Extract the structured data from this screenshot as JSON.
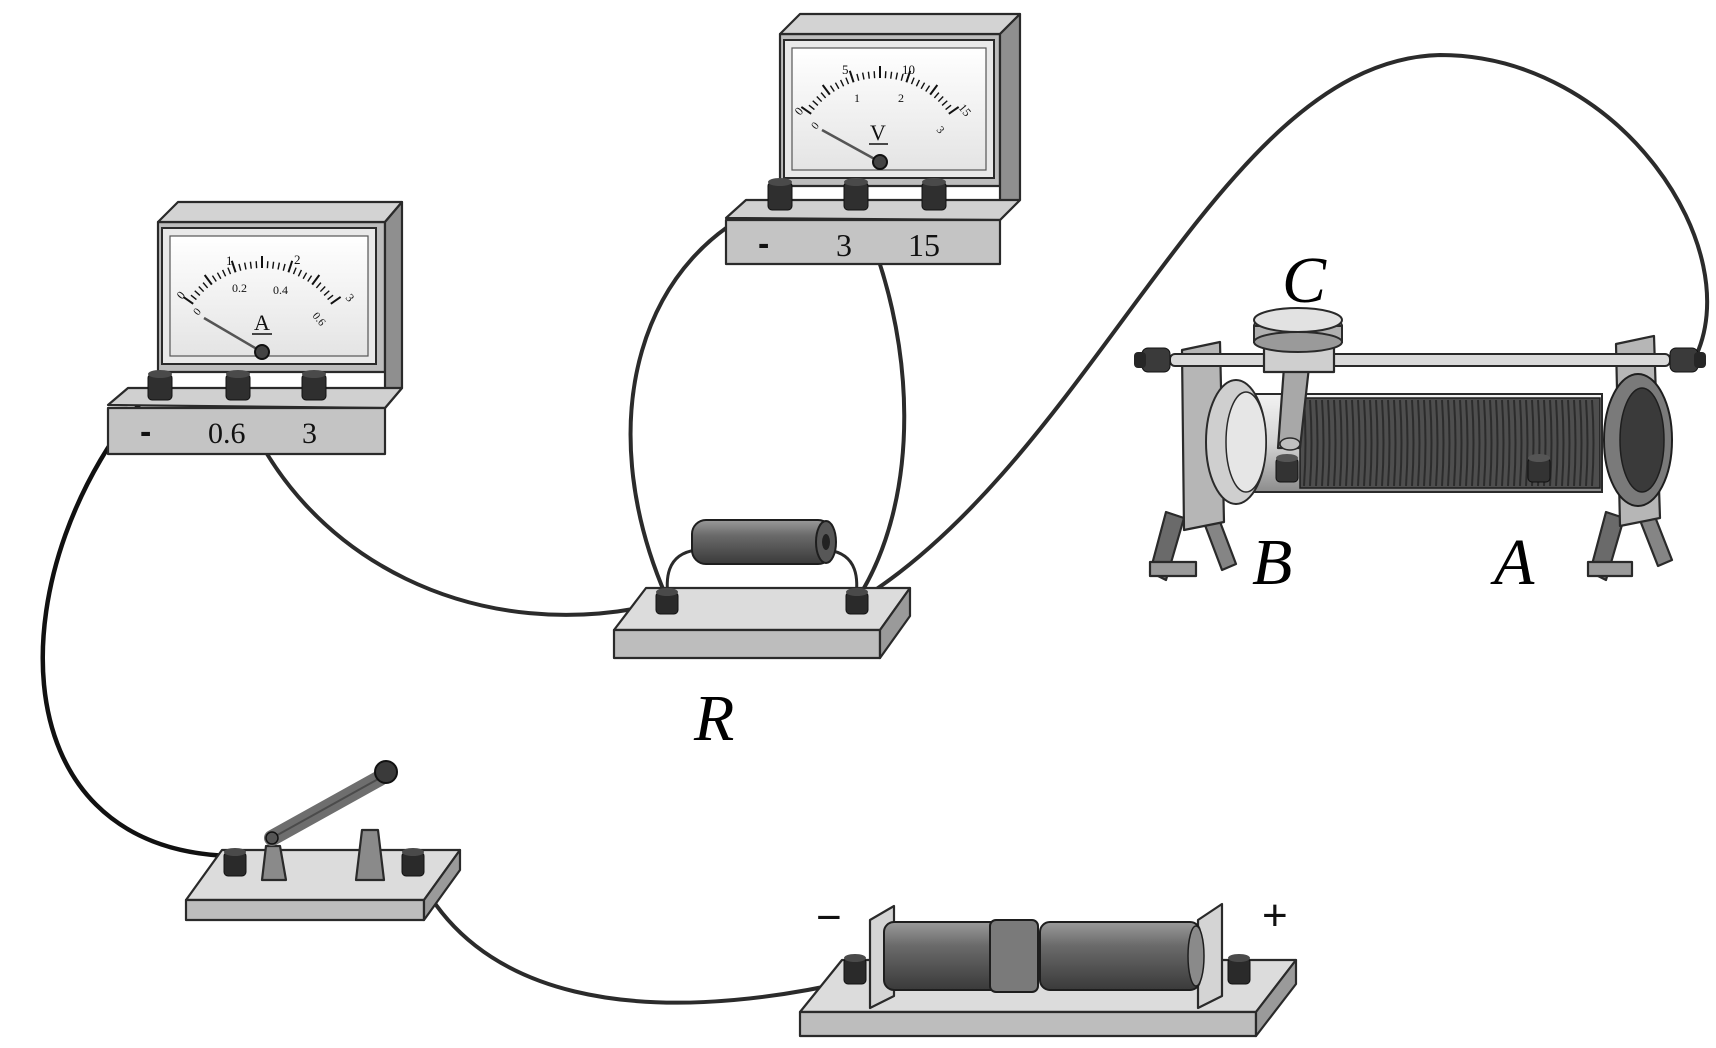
{
  "ammeter": {
    "unit_symbol": "A",
    "upper_scale": [
      "0",
      "1",
      "2",
      "3"
    ],
    "lower_scale": [
      "0",
      "0.2",
      "0.4",
      "0.6"
    ],
    "terminals": [
      "-",
      "0.6",
      "3"
    ]
  },
  "voltmeter": {
    "unit_symbol": "V",
    "upper_scale": [
      "0",
      "5",
      "10",
      "15"
    ],
    "lower_scale": [
      "0",
      "1",
      "2",
      "3"
    ],
    "terminals": [
      "-",
      "3",
      "15"
    ]
  },
  "resistor": {
    "label": "R"
  },
  "rheostat": {
    "slider_label": "C",
    "left_terminal_label": "B",
    "right_terminal_label": "A"
  },
  "battery": {
    "negative_label": "−",
    "positive_label": "+"
  }
}
